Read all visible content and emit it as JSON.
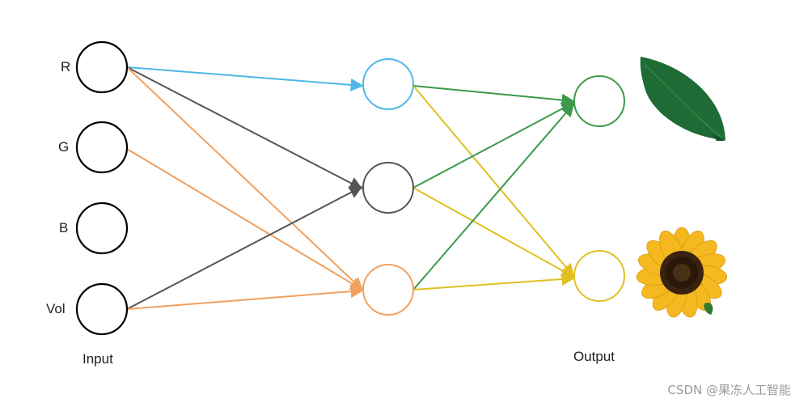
{
  "input_nodes": [
    {
      "label": "R"
    },
    {
      "label": "G"
    },
    {
      "label": "B"
    },
    {
      "label": "Vol"
    }
  ],
  "captions": {
    "input": "Input",
    "output": "Output"
  },
  "watermark": "CSDN @果冻人工智能",
  "outputs": [
    {
      "icon": "leaf-icon"
    },
    {
      "icon": "sunflower-icon"
    }
  ],
  "colors": {
    "input_node": "#000000",
    "hidden_top": "#4db8e8",
    "hidden_mid": "#555555",
    "hidden_bottom": "#f0a060",
    "output_top": "#3a9a4a",
    "output_bottom": "#e0c020",
    "edge_blue": "#4db8e8",
    "edge_gray": "#555555",
    "edge_orange": "#f0a060",
    "edge_green": "#3a9a4a",
    "edge_yellow": "#e0c020",
    "leaf": "#1e6b35",
    "sunflower_petal": "#f5b820",
    "sunflower_center": "#3a2410"
  }
}
